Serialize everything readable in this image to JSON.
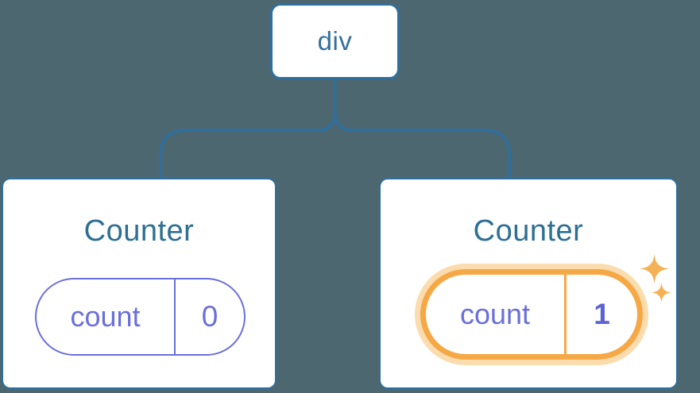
{
  "diagram": {
    "description": "React component tree showing a div parent with two Counter children holding independent state",
    "background_color": "#4D6771",
    "root": {
      "label": "div"
    },
    "children": [
      {
        "title": "Counter",
        "state_key": "count",
        "state_value": "0",
        "highlighted": false
      },
      {
        "title": "Counter",
        "state_key": "count",
        "state_value": "1",
        "highlighted": true
      }
    ],
    "colors": {
      "node_border_blue": "#2E6F9E",
      "node_text_blue": "#33719E",
      "title_text_blue": "#2E6F94",
      "pill_purple": "#6A6FDB",
      "value_bold_purple": "#5C63D2",
      "highlight_orange": "#F5A845",
      "highlight_glow": "#FBDCAE",
      "sparkle_orange": "#F5B156",
      "card_background": "#FFFFFF"
    }
  }
}
